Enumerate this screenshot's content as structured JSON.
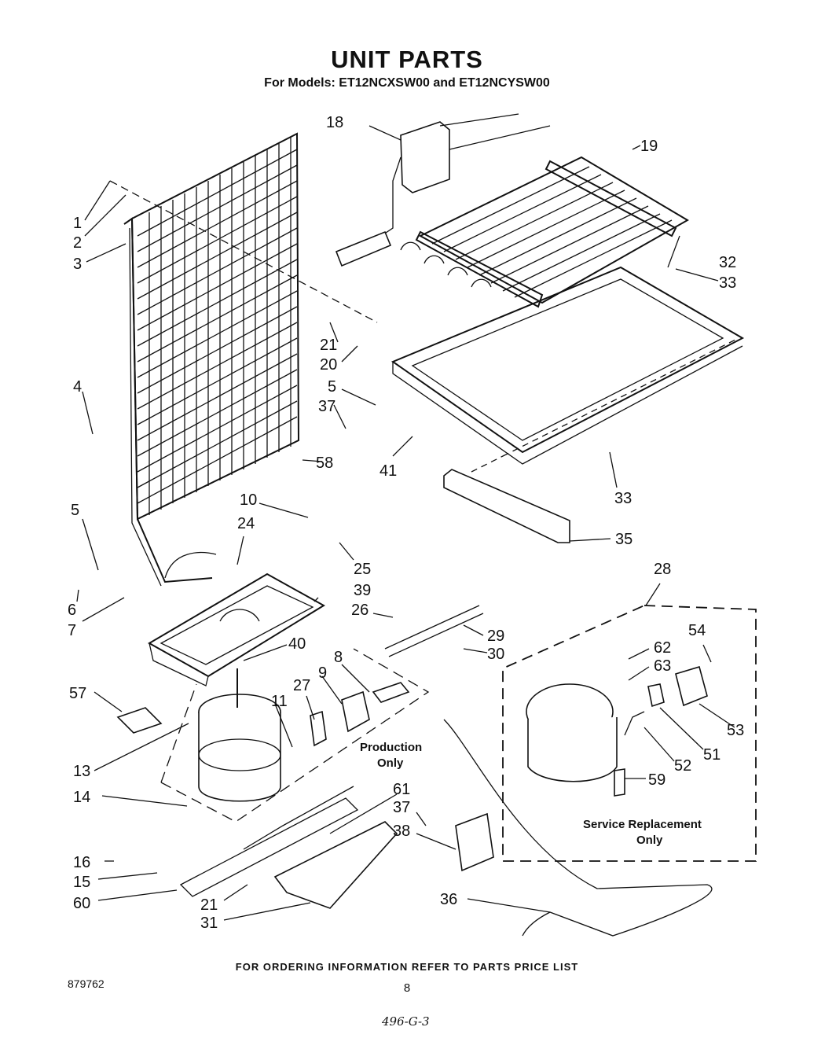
{
  "title": "UNIT PARTS",
  "subtitle": "For Models: ET12NCXSW00 and ET12NCYSW00",
  "footer": "FOR ORDERING INFORMATION REFER TO PARTS PRICE LIST",
  "doc_number": "879762",
  "page_number": "8",
  "handwritten_note": "496-G-3",
  "notes": {
    "production_line1": "Production",
    "production_line2": "Only",
    "service_line1": "Service Replacement",
    "service_line2": "Only"
  },
  "callouts": [
    "1",
    "2",
    "3",
    "4",
    "5",
    "5",
    "6",
    "7",
    "8",
    "9",
    "10",
    "11",
    "13",
    "14",
    "15",
    "16",
    "18",
    "19",
    "20",
    "21",
    "21",
    "24",
    "25",
    "26",
    "27",
    "28",
    "29",
    "30",
    "31",
    "32",
    "33",
    "33",
    "35",
    "36",
    "37",
    "37",
    "38",
    "39",
    "40",
    "41",
    "51",
    "52",
    "53",
    "54",
    "57",
    "58",
    "59",
    "60",
    "61",
    "62",
    "63"
  ]
}
